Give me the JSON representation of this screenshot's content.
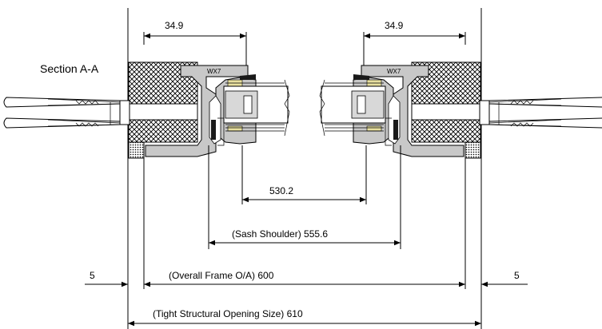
{
  "section_label": "Section A-A",
  "profile_code_left": "WX7",
  "profile_code_right": "WX7",
  "dimensions": {
    "left_sash_width": "34.9",
    "right_sash_width": "34.9",
    "glass_sight": "530.2",
    "sash_shoulder": "(Sash Shoulder) 555.6",
    "overall_frame": "(Overall Frame O/A) 600",
    "left_clearance": "5",
    "right_clearance": "5",
    "tight_structural_opening": "(Tight Structural Opening Size) 610"
  },
  "colors": {
    "line": "#000000",
    "profile_fill": "#c8c8c8",
    "gasket": "#1a1a1a",
    "seal_yellow": "#e8e0a0",
    "glass": "#ffffff"
  }
}
